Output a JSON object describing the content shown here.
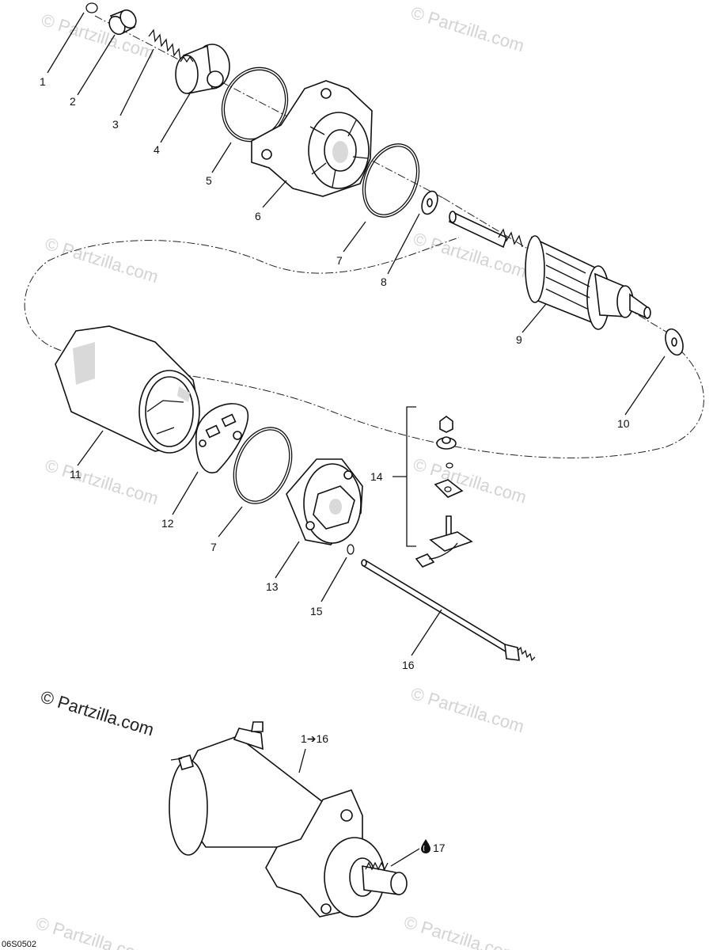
{
  "watermark": {
    "text": "Partzilla.com",
    "copyright_symbol": "©"
  },
  "drawing_code": "06S0502",
  "callouts": {
    "c1": "1",
    "c2": "2",
    "c3": "3",
    "c4": "4",
    "c5": "5",
    "c6": "6",
    "c7a": "7",
    "c8": "8",
    "c9": "9",
    "c10": "10",
    "c11": "11",
    "c12": "12",
    "c7b": "7",
    "c13": "13",
    "c14": "14",
    "c15": "15",
    "c16": "16",
    "assembly": "1➔16",
    "lubricant": "17"
  },
  "icons": {
    "lubricant": "oil-drop-icon",
    "arrow": "right-arrow-icon"
  }
}
